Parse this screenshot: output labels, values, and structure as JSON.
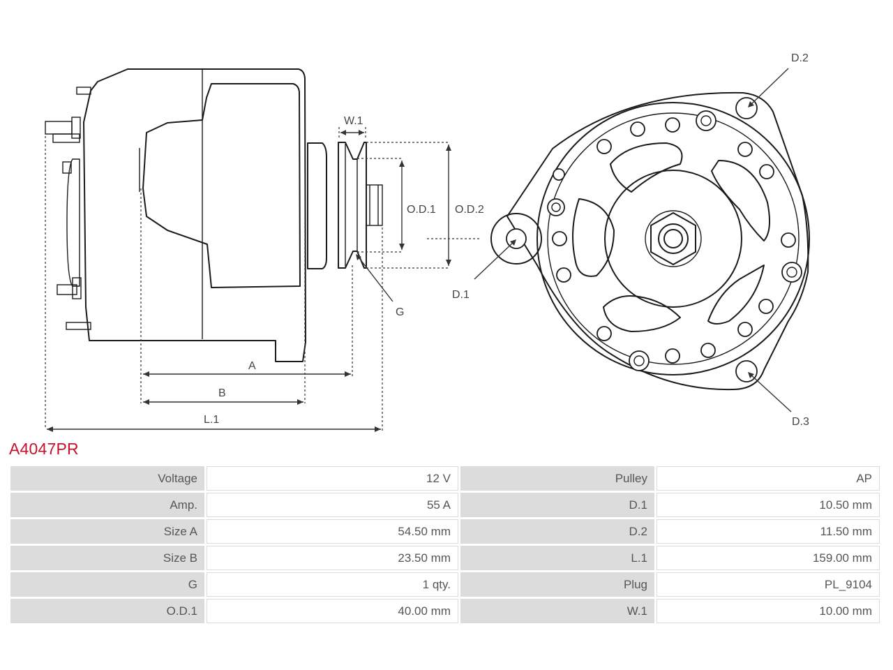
{
  "drawing": {
    "labels": {
      "w1": "W.1",
      "od1": "O.D.1",
      "od2": "O.D.2",
      "g": "G",
      "a": "A",
      "b": "B",
      "l1": "L.1",
      "d1": "D.1",
      "d2": "D.2",
      "d3": "D.3"
    }
  },
  "part": {
    "code": "A4047PR"
  },
  "specs": [
    {
      "label": "Voltage",
      "value": "12 V",
      "label2": "Pulley",
      "value2": "AP"
    },
    {
      "label": "Amp.",
      "value": "55 A",
      "label2": "D.1",
      "value2": "10.50 mm"
    },
    {
      "label": "Size A",
      "value": "54.50 mm",
      "label2": "D.2",
      "value2": "11.50 mm"
    },
    {
      "label": "Size B",
      "value": "23.50 mm",
      "label2": "L.1",
      "value2": "159.00 mm"
    },
    {
      "label": "G",
      "value": "1 qty.",
      "label2": "Plug",
      "value2": "PL_9104"
    },
    {
      "label": "O.D.1",
      "value": "40.00 mm",
      "label2": "W.1",
      "value2": "10.00 mm"
    }
  ]
}
